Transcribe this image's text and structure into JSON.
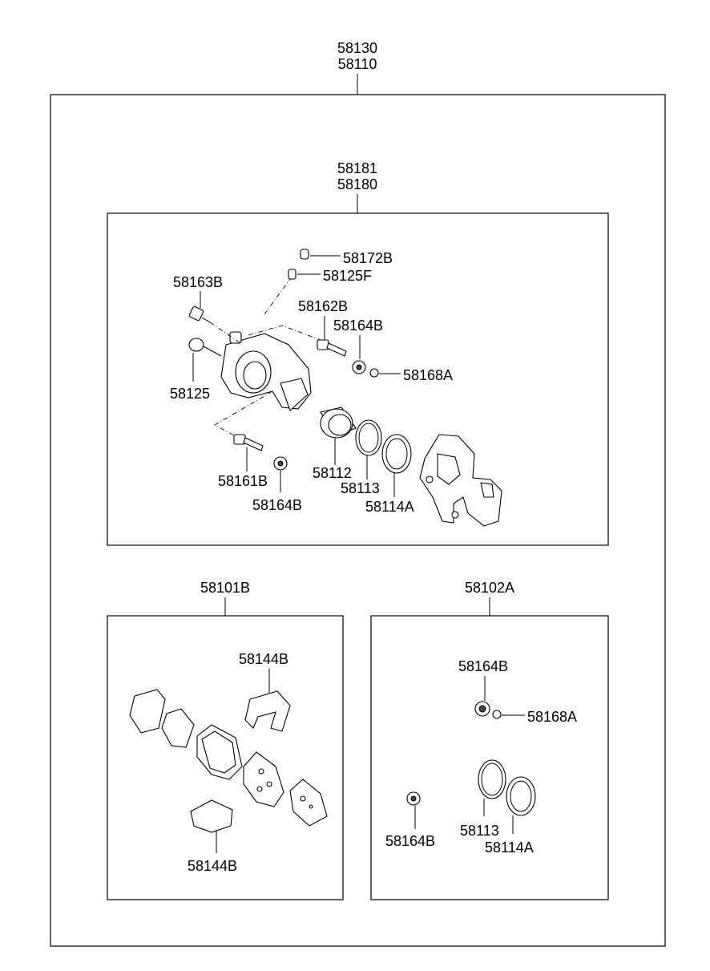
{
  "assembly": {
    "codes": [
      "58130",
      "58110"
    ]
  },
  "caliper_assembly": {
    "codes": [
      "58181",
      "58180"
    ],
    "callouts": {
      "bleeder_cap": "58172B",
      "bleeder_screw": "58125F",
      "hose_bolt": "58163B",
      "guide_pin_upper": "58162B",
      "boot_upper": "58164B",
      "bushing_upper": "58168A",
      "washer": "58125",
      "piston": "58112",
      "guide_pin_lower": "58161B",
      "boot_lower": "58164B",
      "piston_seal": "58113",
      "piston_boot": "58114A"
    }
  },
  "pad_kit": {
    "code": "58101B",
    "callouts": {
      "spring_clip_upper": "58144B",
      "spring_clip_lower": "58144B"
    }
  },
  "seal_kit": {
    "code": "58102A",
    "callouts": {
      "boot_a": "58164B",
      "bushing": "58168A",
      "boot_b": "58164B",
      "piston_seal": "58113",
      "piston_boot": "58114A"
    }
  }
}
